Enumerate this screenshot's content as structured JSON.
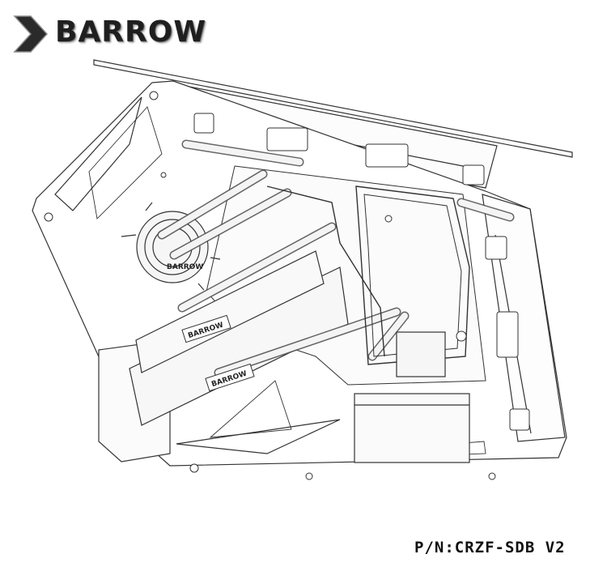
{
  "brand": {
    "name": "BARROW",
    "logo_icon": "chevron-logo-icon"
  },
  "part_number": "P/N:CRZF-SDB V2",
  "pump_label": "BARROW",
  "gpu_labels": [
    "BARROW",
    "BARROW"
  ],
  "colors": {
    "line": "#333333",
    "tube": "#f4f4f4",
    "accent": "#cdb8d6",
    "text": "#1f1f1f"
  }
}
